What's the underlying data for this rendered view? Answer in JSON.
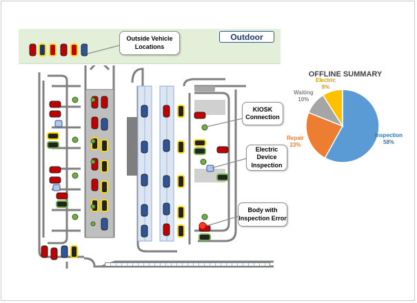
{
  "outdoor": {
    "label": "Outdoor"
  },
  "callouts": {
    "outside": "Outside Vehicle Locations",
    "kiosk": "KIOSK Connection",
    "electric": "Electric Device Inspection",
    "body": "Body with Inspection Error"
  },
  "summary": {
    "title": "OFFLINE SUMMARY",
    "slices": [
      {
        "name": "Inspection",
        "pct": "58%",
        "value": 58,
        "color": "#5b9bd5",
        "label_color": "#2e75b6"
      },
      {
        "name": "Repair",
        "pct": "23%",
        "value": 23,
        "color": "#ed7d31",
        "label_color": "#ed7d31"
      },
      {
        "name": "Waiting",
        "pct": "10%",
        "value": 10,
        "color": "#a5a5a5",
        "label_color": "#7f7f7f"
      },
      {
        "name": "Electric",
        "pct": "9%",
        "value": 9,
        "color": "#ffc000",
        "label_color": "#d4a000"
      }
    ]
  },
  "chart_data": {
    "type": "pie",
    "title": "OFFLINE SUMMARY",
    "categories": [
      "Inspection",
      "Repair",
      "Waiting",
      "Electric"
    ],
    "values": [
      58,
      23,
      10,
      9
    ]
  },
  "colors": {
    "track": "#7f7f7f",
    "car_red": "#c00000",
    "car_blue": "#2f5597",
    "car_yellow": "#ffd700",
    "status_green": "#70ad47"
  }
}
